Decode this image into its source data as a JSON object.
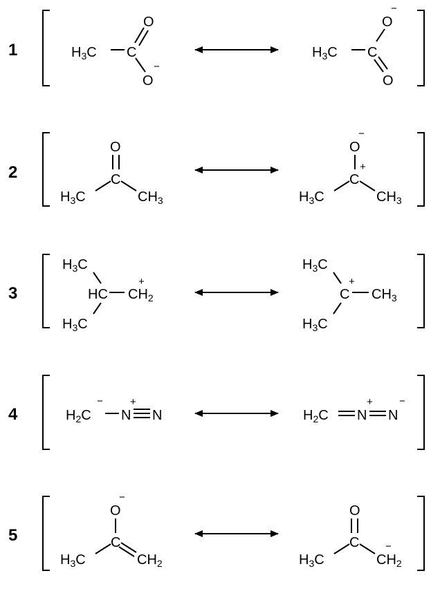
{
  "rows": [
    {
      "number": "1",
      "left": {
        "terms": [
          "H3C",
          "C",
          "O",
          "O",
          "−"
        ]
      },
      "right": {
        "terms": [
          "H3C",
          "C",
          "O",
          "O",
          "−"
        ]
      }
    },
    {
      "number": "2",
      "left": {
        "terms": [
          "O",
          "C",
          "H3C",
          "CH3"
        ]
      },
      "right": {
        "terms": [
          "O",
          "−",
          "C",
          "+",
          "H3C",
          "CH3"
        ]
      }
    },
    {
      "number": "3",
      "left": {
        "terms": [
          "H3C",
          "HC",
          "CH2",
          "+",
          "H3C"
        ]
      },
      "right": {
        "terms": [
          "H3C",
          "C",
          "+",
          "CH3",
          "H3C"
        ]
      }
    },
    {
      "number": "4",
      "left": {
        "terms": [
          "H2C",
          "−",
          "N",
          "+",
          "N"
        ]
      },
      "right": {
        "terms": [
          "H2C",
          "N",
          "+",
          "N",
          "−"
        ]
      }
    },
    {
      "number": "5",
      "left": {
        "terms": [
          "O",
          "−",
          "C",
          "H3C",
          "CH2"
        ]
      },
      "right": {
        "terms": [
          "O",
          "C",
          "H3C",
          "CH2",
          "−"
        ]
      }
    }
  ],
  "arrow": {
    "type": "double-headed",
    "meaning": "resonance"
  }
}
